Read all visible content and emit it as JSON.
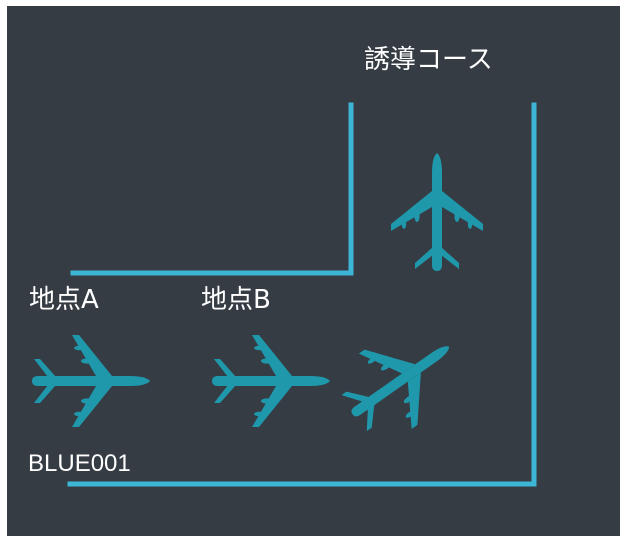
{
  "labels": {
    "course": "誘導コース",
    "point_a": "地点A",
    "point_b": "地点B",
    "flight_id": "BLUE001"
  },
  "colors": {
    "background": "#353c44",
    "route_line": "#3db5d6",
    "aircraft": "#1f98ac",
    "text": "#ffffff"
  },
  "icons": {
    "aircraft": "airplane-icon"
  }
}
